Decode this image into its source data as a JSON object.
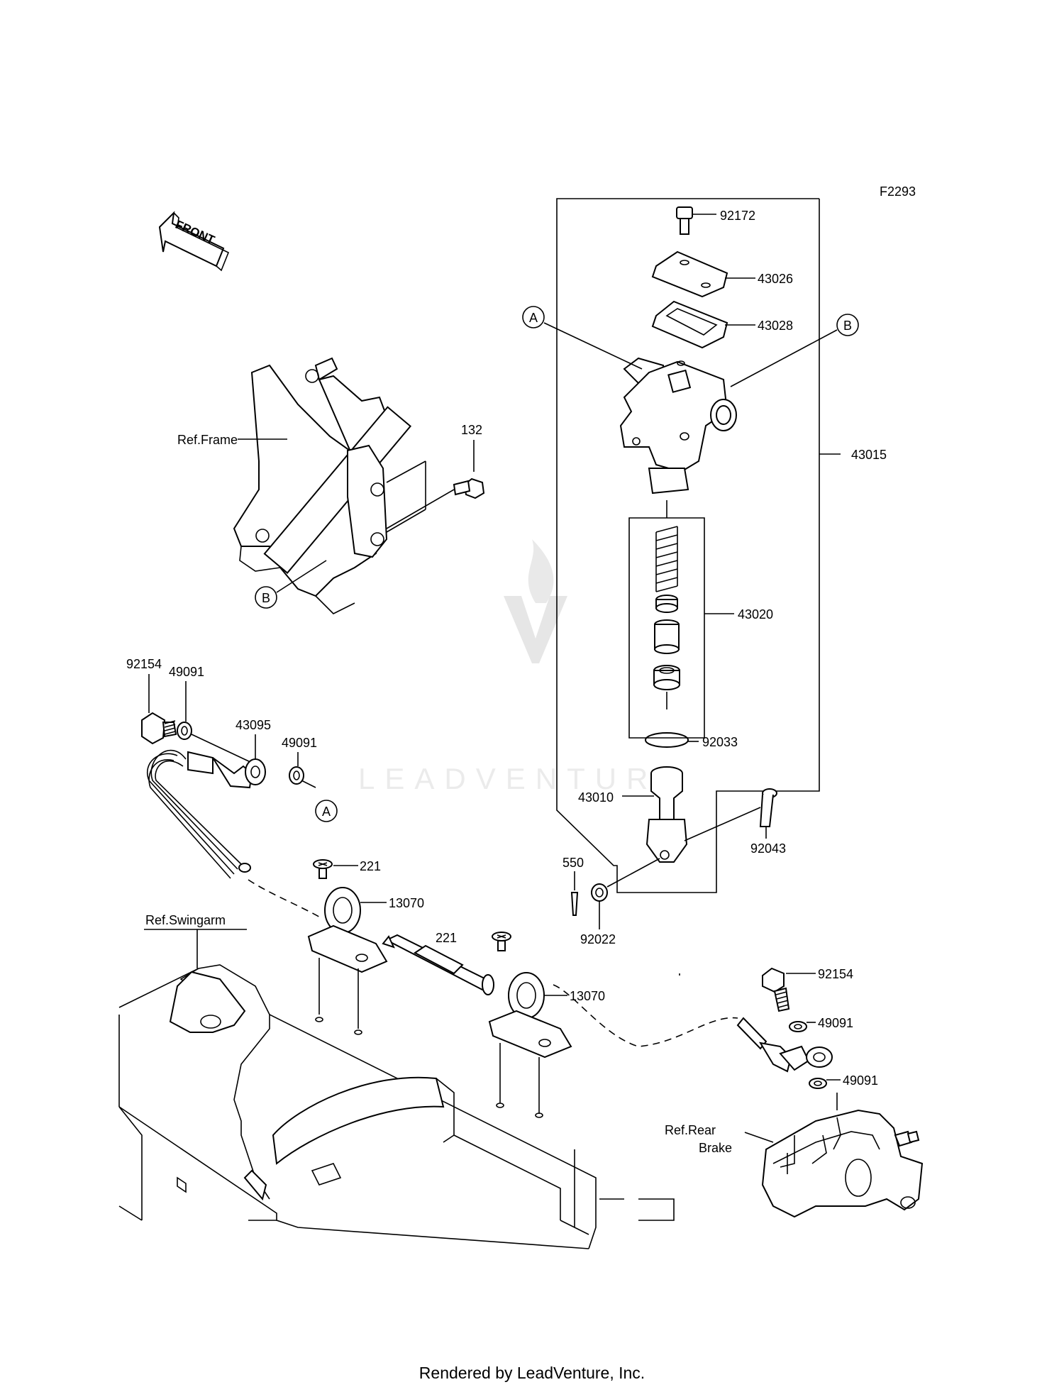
{
  "diagram_code": "F2293",
  "front_label": "FRONT",
  "watermark": "LEADVENTURE",
  "footer": "Rendered by LeadVenture, Inc.",
  "callouts": {
    "a": "A",
    "b": "B"
  },
  "references": {
    "frame": "Ref.Frame",
    "swingarm": "Ref.Swingarm",
    "rear_brake_1": "Ref.Rear",
    "rear_brake_2": "Brake"
  },
  "parts": {
    "p92172": "92172",
    "p43026": "43026",
    "p43028": "43028",
    "p43015": "43015",
    "p43020": "43020",
    "p92033": "92033",
    "p43010": "43010",
    "p92043": "92043",
    "p550": "550",
    "p92022": "92022",
    "p132": "132",
    "p92154_top": "92154",
    "p49091_1": "49091",
    "p43095": "43095",
    "p49091_2": "49091",
    "p221_1": "221",
    "p13070_1": "13070",
    "p221_2": "221",
    "p13070_2": "13070",
    "p92154_bottom": "92154",
    "p49091_3": "49091",
    "p49091_4": "49091"
  }
}
